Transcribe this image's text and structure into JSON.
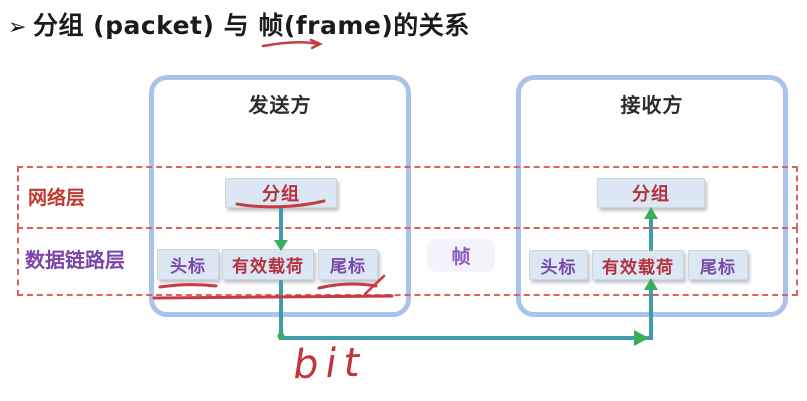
{
  "title": {
    "bullet": "➢",
    "text": "分组 (packet) 与 帧(frame)的关系"
  },
  "layers": {
    "network": "网络层",
    "datalink": "数据链路层"
  },
  "sender": {
    "title": "发送方",
    "packet": "分组",
    "header": "头标",
    "payload": "有效载荷",
    "trailer": "尾标"
  },
  "receiver": {
    "title": "接收方",
    "packet": "分组",
    "header": "头标",
    "payload": "有效载荷",
    "trailer": "尾标"
  },
  "frame_label": "帧",
  "bit_annotation": "bit",
  "colors": {
    "box_border": "#a9c3ec",
    "chip_bg": "#dbe8f4",
    "packet_text": "#b5303f",
    "header_trailer_text": "#7a48a8",
    "network_label": "#c0392f",
    "datalink_label": "#7b45a8",
    "dashed_row": "#e0605f",
    "arrow_line": "#3d9daa",
    "arrow_head": "#3bae5a",
    "annotation_red": "#c83b40",
    "frame_tag_bg": "#f4f2fa",
    "frame_tag_text": "#8a5abf"
  }
}
